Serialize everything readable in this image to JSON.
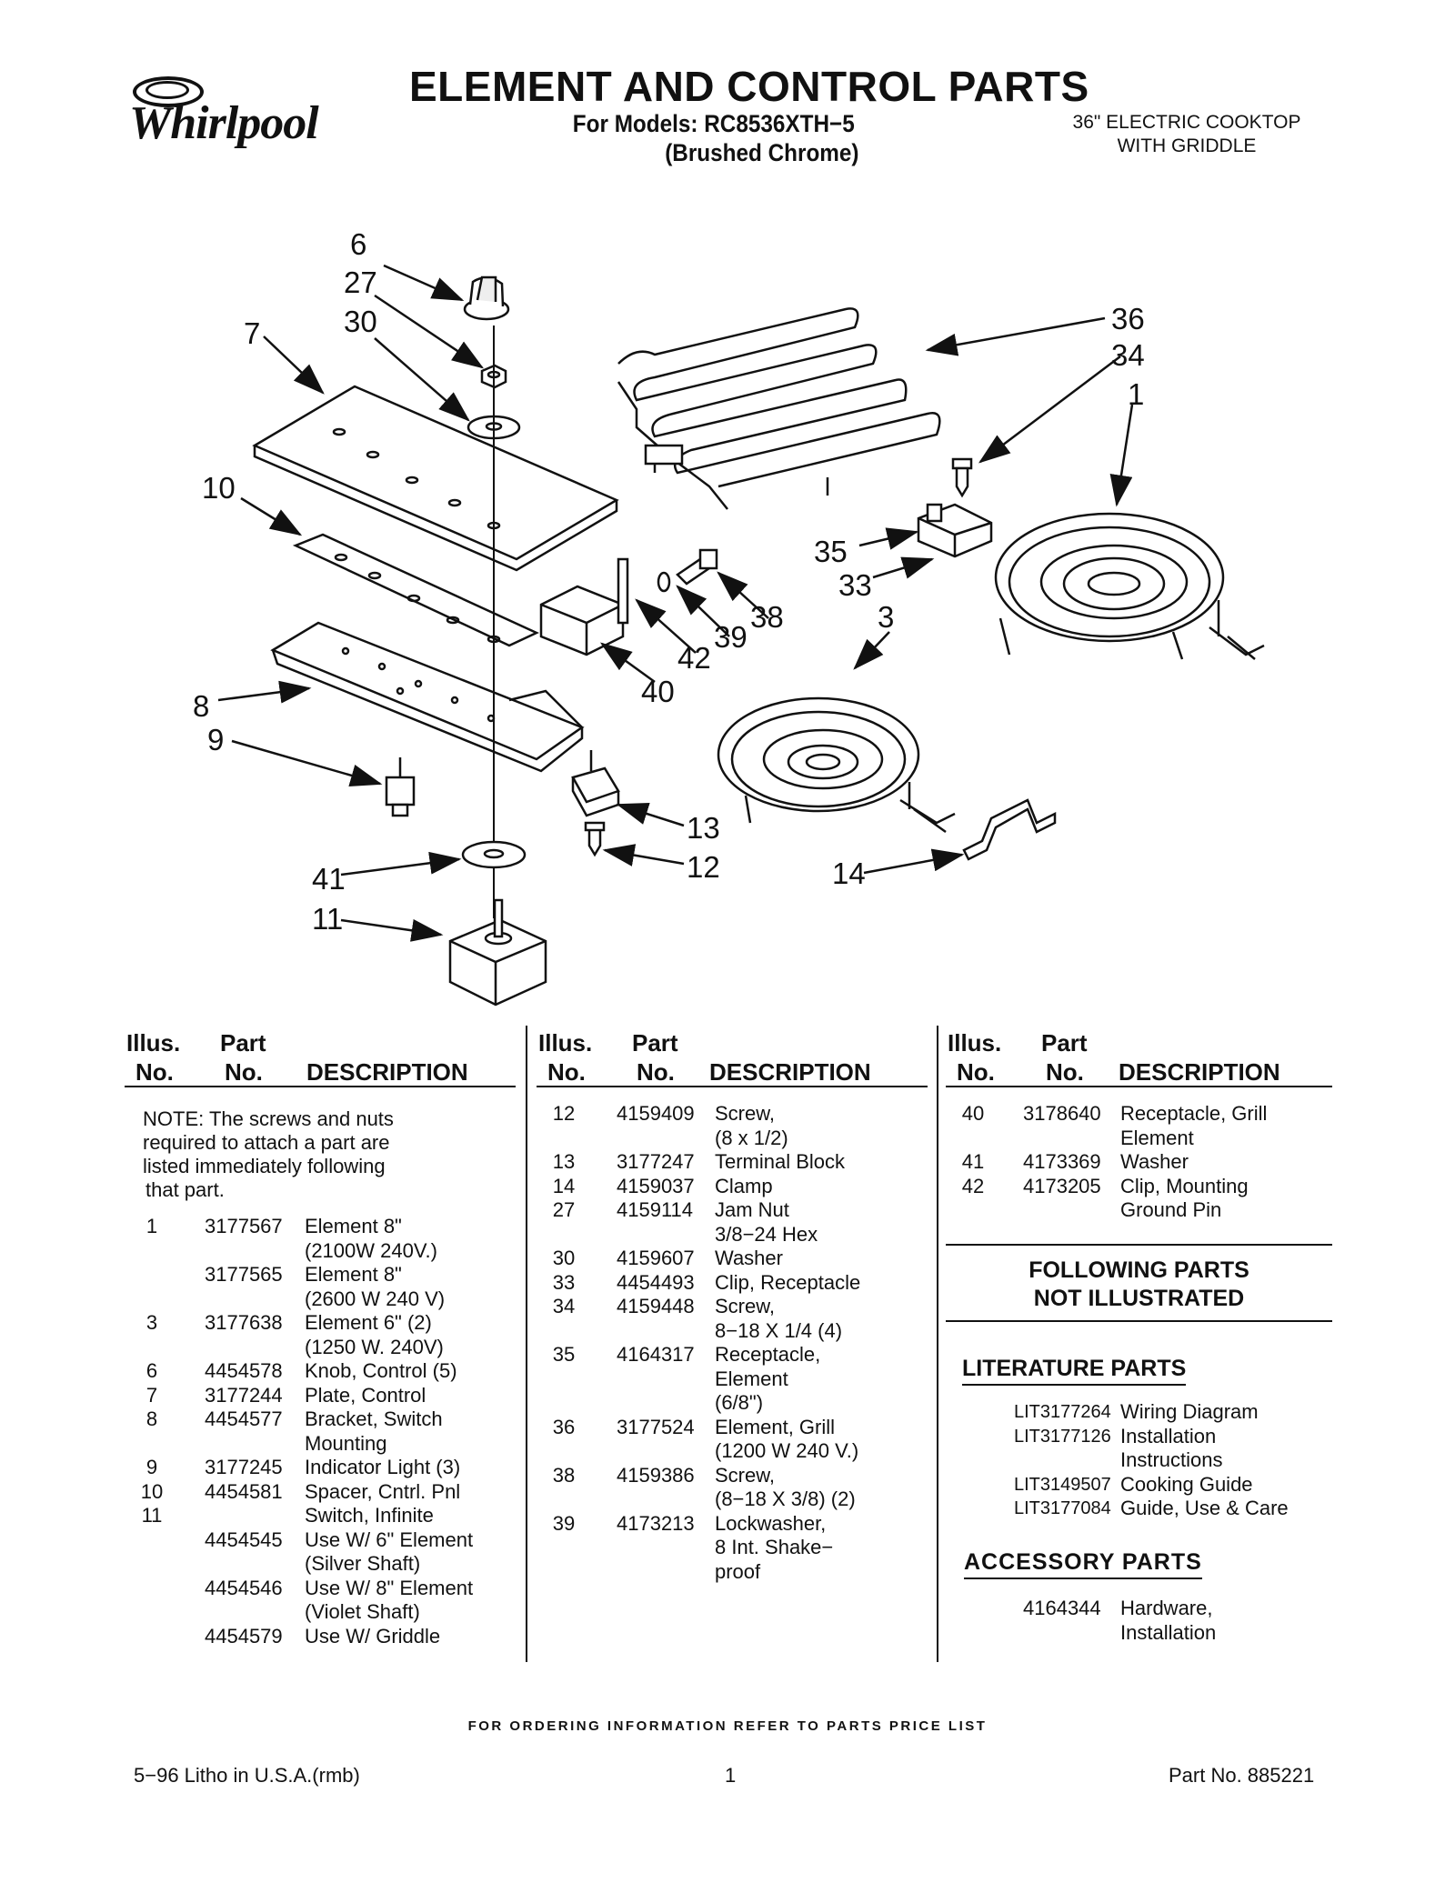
{
  "header": {
    "brand": "Whirlpool",
    "title": "ELEMENT AND CONTROL PARTS",
    "models_line1": "For Models: RC8536XTH−5",
    "models_line2": "(Brushed Chrome)",
    "product_line1": "36\" ELECTRIC COOKTOP",
    "product_line2": "WITH GRIDDLE"
  },
  "callouts": [
    "6",
    "27",
    "30",
    "7",
    "10",
    "8",
    "9",
    "41",
    "11",
    "36",
    "34",
    "1",
    "35",
    "33",
    "3",
    "38",
    "39",
    "42",
    "40",
    "13",
    "12",
    "14"
  ],
  "table_headers": {
    "illus": "Illus.",
    "no": "No.",
    "part": "Part",
    "part_no": "No.",
    "description": "DESCRIPTION"
  },
  "col1": {
    "note": [
      "NOTE: The screws and nuts",
      "required to attach a part are",
      "listed immediately following",
      "that part."
    ],
    "rows": [
      {
        "illus": "1",
        "part": "3177567",
        "desc": [
          "Element 8\"",
          "(2100W 240V.)"
        ]
      },
      {
        "illus": "",
        "part": "3177565",
        "desc": [
          "Element 8\"",
          "(2600 W 240 V)"
        ]
      },
      {
        "illus": "3",
        "part": "3177638",
        "desc": [
          "Element 6\" (2)",
          "(1250 W. 240V)"
        ]
      },
      {
        "illus": "6",
        "part": "4454578",
        "desc": [
          "Knob, Control (5)"
        ]
      },
      {
        "illus": "7",
        "part": "3177244",
        "desc": [
          "Plate, Control"
        ]
      },
      {
        "illus": "8",
        "part": "4454577",
        "desc": [
          "Bracket, Switch",
          "Mounting"
        ]
      },
      {
        "illus": "9",
        "part": "3177245",
        "desc": [
          "Indicator Light (3)"
        ]
      },
      {
        "illus": "10",
        "part": "4454581",
        "desc": [
          "Spacer, Cntrl. Pnl"
        ]
      },
      {
        "illus": "11",
        "part": "",
        "desc": [
          "Switch, Infinite"
        ]
      },
      {
        "illus": "",
        "part": "4454545",
        "desc": [
          "Use W/ 6\" Element",
          "(Silver Shaft)"
        ]
      },
      {
        "illus": "",
        "part": "4454546",
        "desc": [
          "Use W/ 8\" Element",
          "(Violet Shaft)"
        ]
      },
      {
        "illus": "",
        "part": "4454579",
        "desc": [
          "Use W/ Griddle"
        ]
      }
    ]
  },
  "col2": {
    "rows": [
      {
        "illus": "12",
        "part": "4159409",
        "desc": [
          "Screw,",
          "(8 x 1/2)"
        ]
      },
      {
        "illus": "13",
        "part": "3177247",
        "desc": [
          "Terminal Block"
        ]
      },
      {
        "illus": "14",
        "part": "4159037",
        "desc": [
          "Clamp"
        ]
      },
      {
        "illus": "27",
        "part": "4159114",
        "desc": [
          "Jam Nut",
          "3/8−24 Hex"
        ]
      },
      {
        "illus": "30",
        "part": "4159607",
        "desc": [
          "Washer"
        ]
      },
      {
        "illus": "33",
        "part": "4454493",
        "desc": [
          "Clip, Receptacle"
        ]
      },
      {
        "illus": "34",
        "part": "4159448",
        "desc": [
          "Screw,",
          "8−18 X 1/4 (4)"
        ]
      },
      {
        "illus": "35",
        "part": "4164317",
        "desc": [
          "Receptacle,",
          "Element",
          "(6/8\")"
        ]
      },
      {
        "illus": "36",
        "part": "3177524",
        "desc": [
          "Element, Grill",
          "(1200 W 240 V.)"
        ]
      },
      {
        "illus": "38",
        "part": "4159386",
        "desc": [
          "Screw,",
          "(8−18 X 3/8) (2)"
        ]
      },
      {
        "illus": "39",
        "part": "4173213",
        "desc": [
          "Lockwasher,",
          "8 Int. Shake−",
          "proof"
        ]
      }
    ]
  },
  "col3": {
    "rows": [
      {
        "illus": "40",
        "part": "3178640",
        "desc": [
          "Receptacle, Grill",
          "Element"
        ]
      },
      {
        "illus": "41",
        "part": "4173369",
        "desc": [
          "Washer"
        ]
      },
      {
        "illus": "42",
        "part": "4173205",
        "desc": [
          "Clip, Mounting",
          "Ground Pin"
        ]
      }
    ],
    "not_illustrated_1": "FOLLOWING PARTS",
    "not_illustrated_2": "NOT ILLUSTRATED",
    "literature_title": "LITERATURE PARTS",
    "literature": [
      {
        "part": "LIT3177264",
        "desc": [
          "Wiring Diagram"
        ]
      },
      {
        "part": "LIT3177126",
        "desc": [
          "Installation",
          "Instructions"
        ]
      },
      {
        "part": "LIT3149507",
        "desc": [
          "Cooking Guide"
        ]
      },
      {
        "part": "LIT3177084",
        "desc": [
          "Guide, Use & Care"
        ]
      }
    ],
    "accessory_title": "ACCESSORY PARTS",
    "accessory": [
      {
        "part": "4164344",
        "desc": [
          "Hardware,",
          "Installation"
        ]
      }
    ]
  },
  "footer": {
    "ordering": "FOR ORDERING INFORMATION REFER TO PARTS PRICE LIST",
    "litho": "5−96 Litho in U.S.A.(rmb)",
    "page": "1",
    "part_no": "Part No. 885221"
  }
}
